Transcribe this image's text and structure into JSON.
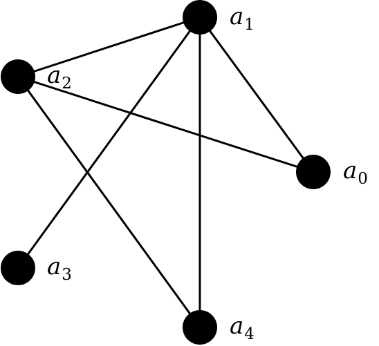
{
  "graph": {
    "nodes": [
      {
        "id": "a0",
        "label": "a",
        "subscript": "0"
      },
      {
        "id": "a1",
        "label": "a",
        "subscript": "1"
      },
      {
        "id": "a2",
        "label": "a",
        "subscript": "2"
      },
      {
        "id": "a3",
        "label": "a",
        "subscript": "3"
      },
      {
        "id": "a4",
        "label": "a",
        "subscript": "4"
      }
    ],
    "edges": [
      {
        "from": "a1",
        "to": "a2"
      },
      {
        "from": "a1",
        "to": "a0"
      },
      {
        "from": "a1",
        "to": "a3"
      },
      {
        "from": "a1",
        "to": "a4"
      },
      {
        "from": "a2",
        "to": "a0"
      },
      {
        "from": "a2",
        "to": "a4"
      }
    ]
  },
  "colors": {
    "node": "#000000",
    "edge": "#000000",
    "background": "#ffffff"
  }
}
